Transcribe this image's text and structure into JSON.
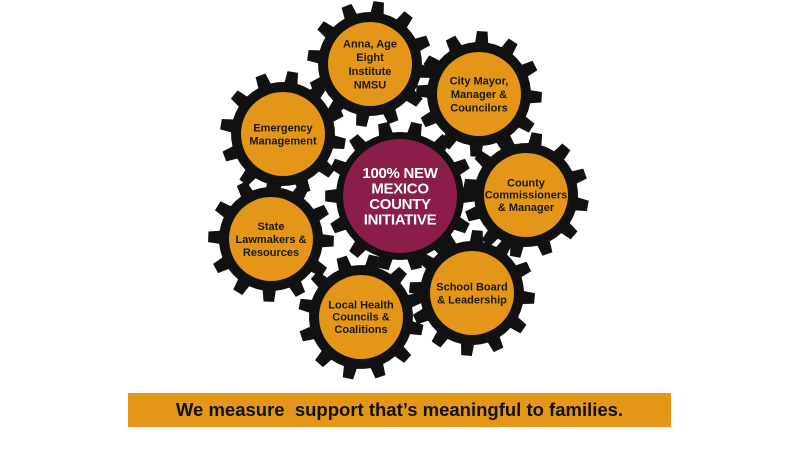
{
  "colors": {
    "gear_fill": "#e39617",
    "gear_ring": "#111111",
    "center_fill": "#8a1d4a",
    "banner_fill": "#e39617"
  },
  "center": {
    "lines": [
      "100% NEW",
      "MEXICO",
      "COUNTY",
      "INITIATIVE"
    ]
  },
  "gears": [
    {
      "id": "anna",
      "lines": [
        "Anna, Age",
        "Eight",
        "Institute",
        "NMSU"
      ]
    },
    {
      "id": "city",
      "lines": [
        "City Mayor,",
        "Manager &",
        "Councilors"
      ]
    },
    {
      "id": "county",
      "lines": [
        "County",
        "Commissioners",
        "& Manager"
      ]
    },
    {
      "id": "school",
      "lines": [
        "School Board",
        "& Leadership"
      ]
    },
    {
      "id": "health",
      "lines": [
        "Local Health",
        "Councils &",
        "Coalitions"
      ]
    },
    {
      "id": "state",
      "lines": [
        "State",
        "Lawmakers &",
        "Resources"
      ]
    },
    {
      "id": "emergency",
      "lines": [
        "Emergency",
        "Management"
      ]
    }
  ],
  "banner": {
    "text": "We measure  support that’s meaningful to families."
  }
}
